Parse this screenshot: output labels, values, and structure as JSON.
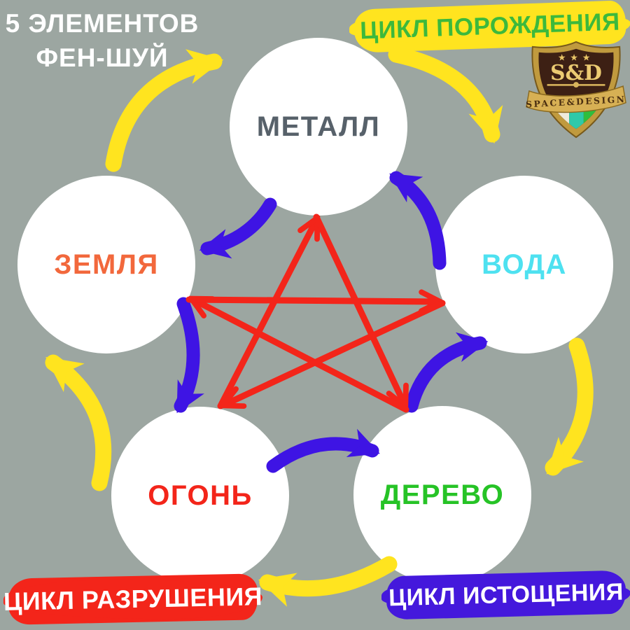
{
  "background_color": "#9CA6A1",
  "circle_color": "#FFFFFF",
  "title": {
    "line1": "5 ЭЛЕМЕНТОВ",
    "line2": "ФЕН-ШУЙ",
    "color": "#FFFFFF"
  },
  "elements": {
    "metal": {
      "label": "МЕТАЛЛ",
      "color": "#57616A"
    },
    "water": {
      "label": "ВОДА",
      "color": "#4EE1F0"
    },
    "wood": {
      "label": "ДЕРЕВО",
      "color": "#26C326"
    },
    "fire": {
      "label": "ОГОНЬ",
      "color": "#F3251A"
    },
    "earth": {
      "label": "ЗЕМЛЯ",
      "color": "#F2683C"
    }
  },
  "cycles": {
    "generation": {
      "label": "ЦИКЛ ПОРОЖДЕНИЯ",
      "badge_color": "#FFE41F",
      "text_color": "#3CB93C",
      "arrow_color": "#FFE41F",
      "sequence": [
        "ЗЕМЛЯ → МЕТАЛЛ",
        "МЕТАЛЛ → ВОДА",
        "ВОДА → ДЕРЕВО",
        "ДЕРЕВО → ОГОНЬ",
        "ОГОНЬ → ЗЕМЛЯ"
      ]
    },
    "destruction": {
      "label": "ЦИКЛ РАЗРУШЕНИЯ",
      "badge_color": "#F3251A",
      "text_color": "#FFFFFF",
      "arrow_color": "#F3251A",
      "sequence": [
        "ОГОНЬ → МЕТАЛЛ",
        "МЕТАЛЛ → ДЕРЕВО",
        "ДЕРЕВО → ЗЕМЛЯ",
        "ЗЕМЛЯ → ВОДА",
        "ВОДА → ОГОНЬ"
      ]
    },
    "exhaustion": {
      "label": "ЦИКЛ ИСТОЩЕНИЯ",
      "badge_color": "#4418DC",
      "text_color": "#FFFFFF",
      "arrow_color": "#3E14E4",
      "sequence": [
        "ВОДА → МЕТАЛЛ",
        "МЕТАЛЛ → ЗЕМЛЯ",
        "ЗЕМЛЯ → ОГОНЬ",
        "ОГОНЬ → ДЕРЕВО",
        "ДЕРЕВО → ВОДА"
      ]
    }
  },
  "logo": {
    "monogram": "S&D",
    "name": "SPACE&DESIGN"
  }
}
